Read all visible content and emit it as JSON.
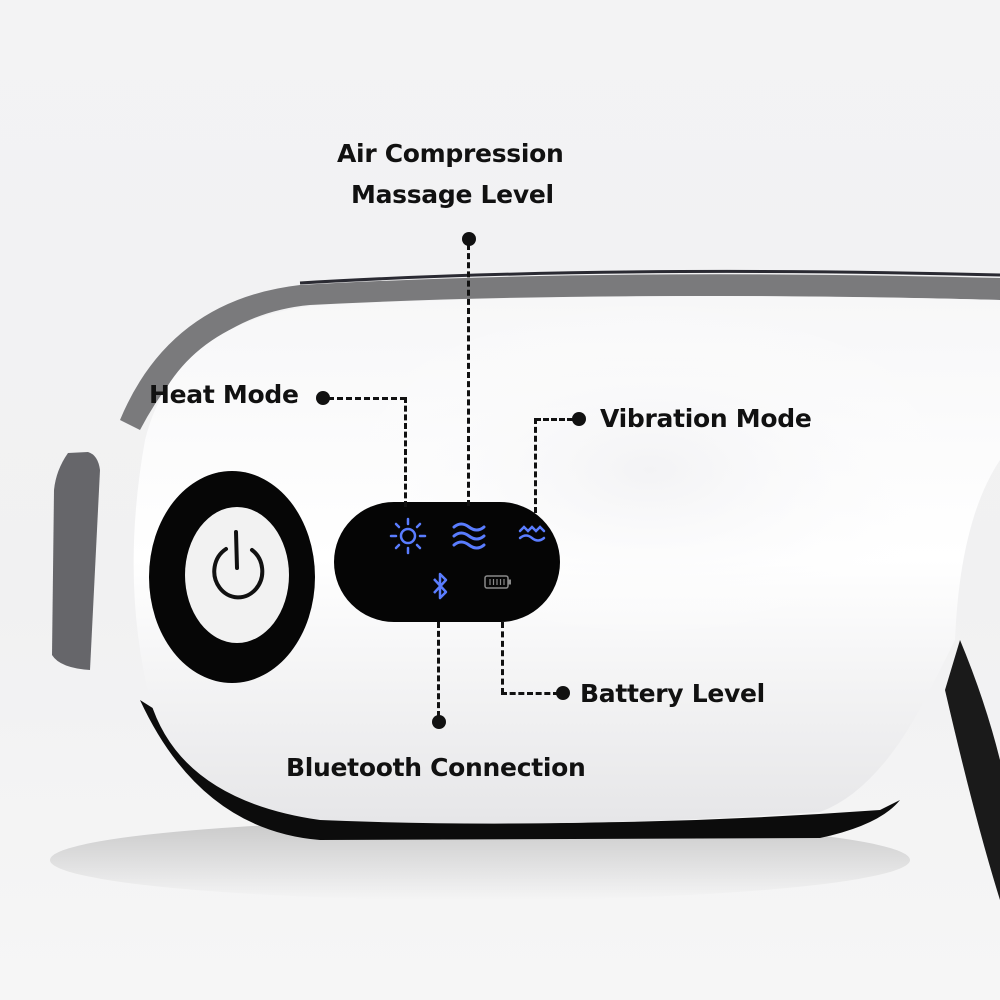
{
  "product": {
    "name": "eye-massager",
    "colors": {
      "shell": "#ffffff",
      "strap": "#6e6e70",
      "panel": "#050505",
      "icon_glow": "#4a72ff",
      "annotation": "#111111",
      "background": "#f2f2f3"
    }
  },
  "controls": {
    "power_button": {
      "icon": "power-icon"
    },
    "indicator_panel": {
      "icons": [
        {
          "name": "heat",
          "icon": "sun-icon"
        },
        {
          "name": "air-compression",
          "icon": "waves-icon"
        },
        {
          "name": "vibration",
          "icon": "vibration-waves-icon"
        },
        {
          "name": "bluetooth",
          "icon": "bluetooth-icon"
        },
        {
          "name": "battery",
          "icon": "battery-icon"
        }
      ]
    }
  },
  "annotations": {
    "air_compression_line1": "Air Compression",
    "air_compression_line2": "Massage Level",
    "heat": "Heat Mode",
    "vibration": "Vibration Mode",
    "battery": "Battery Level",
    "bluetooth": "Bluetooth Connection"
  }
}
